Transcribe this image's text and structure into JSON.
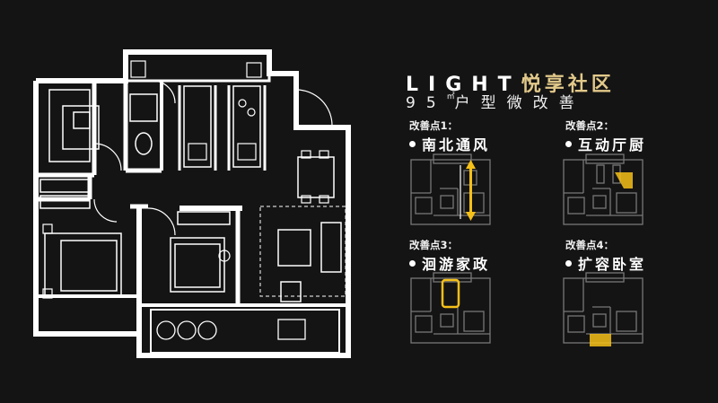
{
  "title": {
    "latin": "LIGHT",
    "cjk": "悦享社区"
  },
  "subtitle": {
    "text": "95",
    "unit": "㎡",
    "rest": "户型微改善"
  },
  "points": [
    {
      "label": "改善点1：",
      "name": "南北通风",
      "highlight": "arrow"
    },
    {
      "label": "改善点2：",
      "name": "互动厅厨",
      "highlight": "kitchen"
    },
    {
      "label": "改善点3：",
      "name": "洄游家政",
      "highlight": "loop"
    },
    {
      "label": "改善点4：",
      "name": "扩容卧室",
      "highlight": "bedroom"
    }
  ],
  "colors": {
    "background": "#141414",
    "accent": "#e2c98a",
    "highlight": "#f5c018",
    "wall": "#ffffff"
  }
}
